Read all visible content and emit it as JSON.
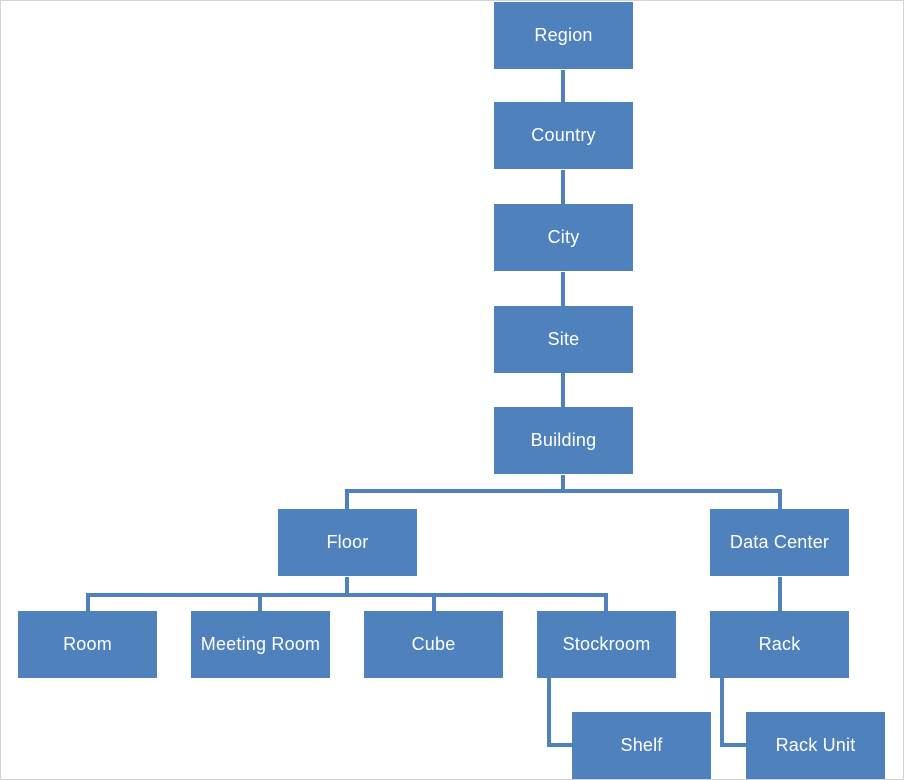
{
  "diagram": {
    "colors": {
      "node_fill": "#4f81bd",
      "node_text": "#ffffff",
      "connector": "#4f81bd",
      "background": "#ffffff"
    },
    "nodes": {
      "region": "Region",
      "country": "Country",
      "city": "City",
      "site": "Site",
      "building": "Building",
      "floor": "Floor",
      "data_center": "Data Center",
      "room": "Room",
      "meeting_room": "Meeting Room",
      "cube": "Cube",
      "stockroom": "Stockroom",
      "rack": "Rack",
      "shelf": "Shelf",
      "rack_unit": "Rack Unit"
    },
    "edges": [
      [
        "region",
        "country"
      ],
      [
        "country",
        "city"
      ],
      [
        "city",
        "site"
      ],
      [
        "site",
        "building"
      ],
      [
        "building",
        "floor"
      ],
      [
        "building",
        "data_center"
      ],
      [
        "floor",
        "room"
      ],
      [
        "floor",
        "meeting_room"
      ],
      [
        "floor",
        "cube"
      ],
      [
        "floor",
        "stockroom"
      ],
      [
        "data_center",
        "rack"
      ],
      [
        "stockroom",
        "shelf"
      ],
      [
        "rack",
        "rack_unit"
      ]
    ]
  }
}
